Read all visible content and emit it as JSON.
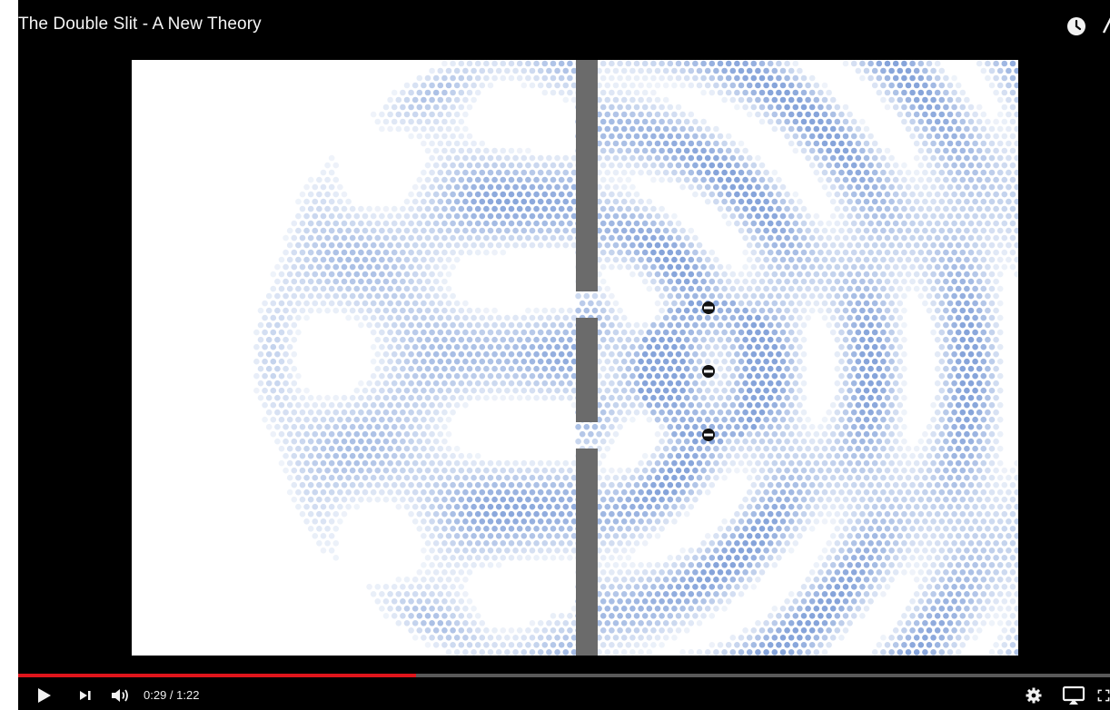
{
  "video": {
    "title": "The Double Slit - A New Theory",
    "progress_fraction": 0.364
  },
  "controls": {
    "current_time": "0:29",
    "separator": " / ",
    "duration": "1:22"
  },
  "colors": {
    "progress": "#e0151b",
    "dots": "#7f9fd8",
    "barrier": "#6b6b6b"
  },
  "icons": {
    "top_right": [
      "clock-icon",
      "share-icon"
    ],
    "bottom_left": [
      "play-icon",
      "next-icon",
      "volume-icon"
    ],
    "bottom_right": [
      "settings-icon",
      "airplay-icon",
      "fullscreen-icon"
    ]
  }
}
